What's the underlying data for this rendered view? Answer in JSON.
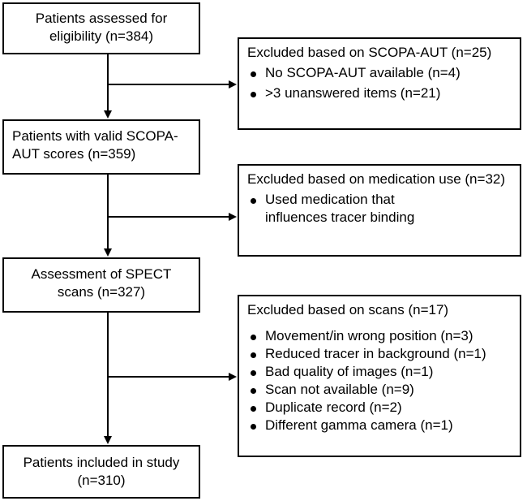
{
  "main": [
    {
      "text": "Patients assessed for eligibility (n=384)"
    },
    {
      "text": "Patients with valid SCOPA-AUT scores (n=359)"
    },
    {
      "text": "Assessment of SPECT scans (n=327)"
    },
    {
      "text": "Patients included in study (n=310)"
    }
  ],
  "exclusions": [
    {
      "title": "Excluded based on SCOPA-AUT (n=25)",
      "items": [
        "No SCOPA-AUT available (n=4)",
        ">3 unanswered items (n=21)"
      ]
    },
    {
      "title": "Excluded based on medication use (n=32)",
      "items": [
        "Used medication that influences tracer binding"
      ]
    },
    {
      "title": "Excluded based on scans (n=17)",
      "items": [
        "Movement/in wrong position (n=3)",
        "Reduced tracer in background (n=1)",
        "Bad quality of images (n=1)",
        "Scan not available (n=9)",
        "Duplicate record (n=2)",
        "Different gamma camera (n=1)"
      ]
    }
  ]
}
